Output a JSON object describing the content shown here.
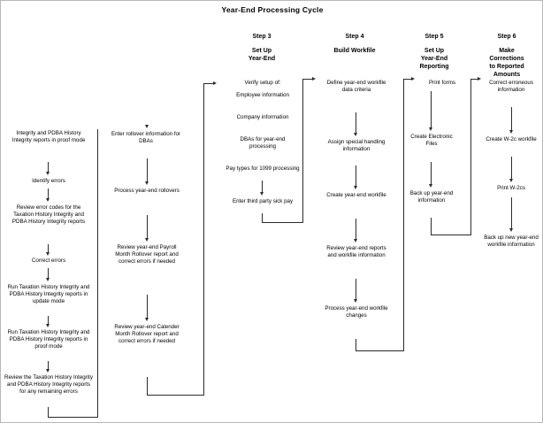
{
  "diagram": {
    "title": "Year-End Processing Cycle",
    "type": "flowchart",
    "accent_color": "#2b2b2b",
    "background": "#ffffff"
  },
  "columns": [
    {
      "id": "col1",
      "header_number": "",
      "header_title": "",
      "nodes": [
        "Integrity and PDBA History Integrity reports in proof mode",
        "Identify errors",
        "Review error codes for the Taxation History Integrity and PDBA History Integrity reports",
        "Correct errors",
        "Run Taxation History Integrity and PDBA History Integrity reports in update mode",
        "Run Taxation History Integrity and PDBA History Integrity reports in proof mode",
        "Review the Taxation History Integrity and PDBA History Integrity reports for any remaining errors"
      ]
    },
    {
      "id": "col2",
      "header_number": "",
      "header_title": "",
      "nodes": [
        "Enter rollover information for DBAs",
        "Process year-end rollovers",
        "Review year-end Payroll Month Rollover report and correct errors if needed",
        "Review year-end Calender Month Rollover report and correct errors if needed"
      ]
    },
    {
      "id": "col3",
      "header_number": "Step 3",
      "header_title": "Set Up\nYear-End",
      "header_line1": "Set Up",
      "header_line2": "Year-End",
      "nodes": [
        "Verify setup of:",
        "Employee information",
        "Company information",
        "DBAs for year-end processing",
        "Pay types for 1099 processing",
        "Enter third party sick pay"
      ]
    },
    {
      "id": "col4",
      "header_number": "Step 4",
      "header_title": "Build Workfile",
      "header_line1": "Build Workfile",
      "header_line2": "",
      "nodes": [
        "Define year-end workfile data criteria",
        "Assign special handling information",
        "Create year-end workfile",
        "Review year-end reports and workfile information",
        "Process year-end workfile changes"
      ]
    },
    {
      "id": "col5",
      "header_number": "Step 5",
      "header_title": "Set Up Year-End Reporting",
      "header_line1": "Set Up",
      "header_line2": "Year-End",
      "header_line3": "Reporting",
      "nodes": [
        "Print forms",
        "Create Electronic Files",
        "Back up year-end information"
      ]
    },
    {
      "id": "col6",
      "header_number": "Step 6",
      "header_title": "Make Corrections to Reported Amounts",
      "header_line1": "Make",
      "header_line2": "Corrections",
      "header_line3": "to Reported",
      "header_line4": "Amounts",
      "nodes": [
        "Correct erroneous information",
        "Create W-2c workfile",
        "Print W-2cs",
        "Back up new year-end workfile information"
      ]
    }
  ],
  "nodes_flat": {
    "c1n1": "Integrity and PDBA History Integrity reports in proof mode",
    "c1n2": "Identify errors",
    "c1n3": "Review error codes for the Taxation History Integrity and PDBA History Integrity reports",
    "c1n4": "Correct errors",
    "c1n5": "Run Taxation History Integrity and PDBA History Integrity reports in update mode",
    "c1n6": "Run Taxation History Integrity and PDBA History Integrity reports in proof mode",
    "c1n7": "Review the Taxation History Integrity and PDBA History Integrity reports for any remaining errors",
    "c2n1": "Enter rollover information for DBAs",
    "c2n2": "Process year-end rollovers",
    "c2n3": "Review year-end Payroll Month Rollover report and correct errors if needed",
    "c2n4": "Review year-end Calender Month Rollover report and correct errors if needed",
    "c3n1": "Verify setup of:",
    "c3n2": "Employee information",
    "c3n3": "Company information",
    "c3n4": "DBAs for year-end processing",
    "c3n5": "Pay types for 1099 processing",
    "c3n6": "Enter third party sick pay",
    "c4n1": "Define year-end workfile data criteria",
    "c4n2": "Assign special handling information",
    "c4n3": "Create year-end workfile",
    "c4n4": "Review year-end reports and workfile information",
    "c4n5": "Process year-end workfile changes",
    "c5n1": "Print forms",
    "c5n2": "Create Electronic Files",
    "c5n3": "Back up year-end information",
    "c6n1": "Correct erroneous information",
    "c6n2": "Create W-2c workfile",
    "c6n3": "Print W-2cs",
    "c6n4": "Back up new year-end workfile information"
  },
  "headers": {
    "step3_num": "Step 3",
    "step3_l1": "Set Up",
    "step3_l2": "Year-End",
    "step4_num": "Step 4",
    "step4_l1": "Build Workfile",
    "step5_num": "Step 5",
    "step5_l1": "Set Up",
    "step5_l2": "Year-End",
    "step5_l3": "Reporting",
    "step6_num": "Step 6",
    "step6_l1": "Make",
    "step6_l2": "Corrections",
    "step6_l3": "to Reported",
    "step6_l4": "Amounts"
  }
}
